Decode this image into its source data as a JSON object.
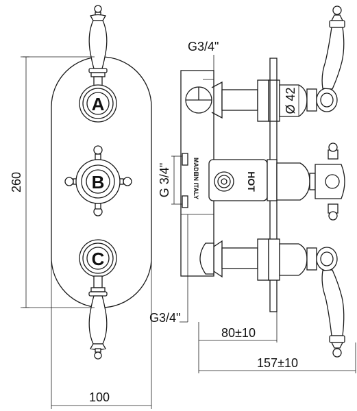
{
  "front_view": {
    "valve_labels": [
      "A",
      "B",
      "C"
    ],
    "height_dimension": "260",
    "width_dimension": "100"
  },
  "side_view": {
    "top_thread_label": "G3/4\"",
    "middle_thread_label": "G 3/4\"",
    "bottom_thread_label": "G3/4\"",
    "diameter_label": "Ø 42",
    "hot_label": "HOT",
    "stamp_line_1": "MADE",
    "stamp_line_2": "IN ITALY",
    "depth_dimension": "80±10",
    "total_depth_dimension": "157±10"
  }
}
